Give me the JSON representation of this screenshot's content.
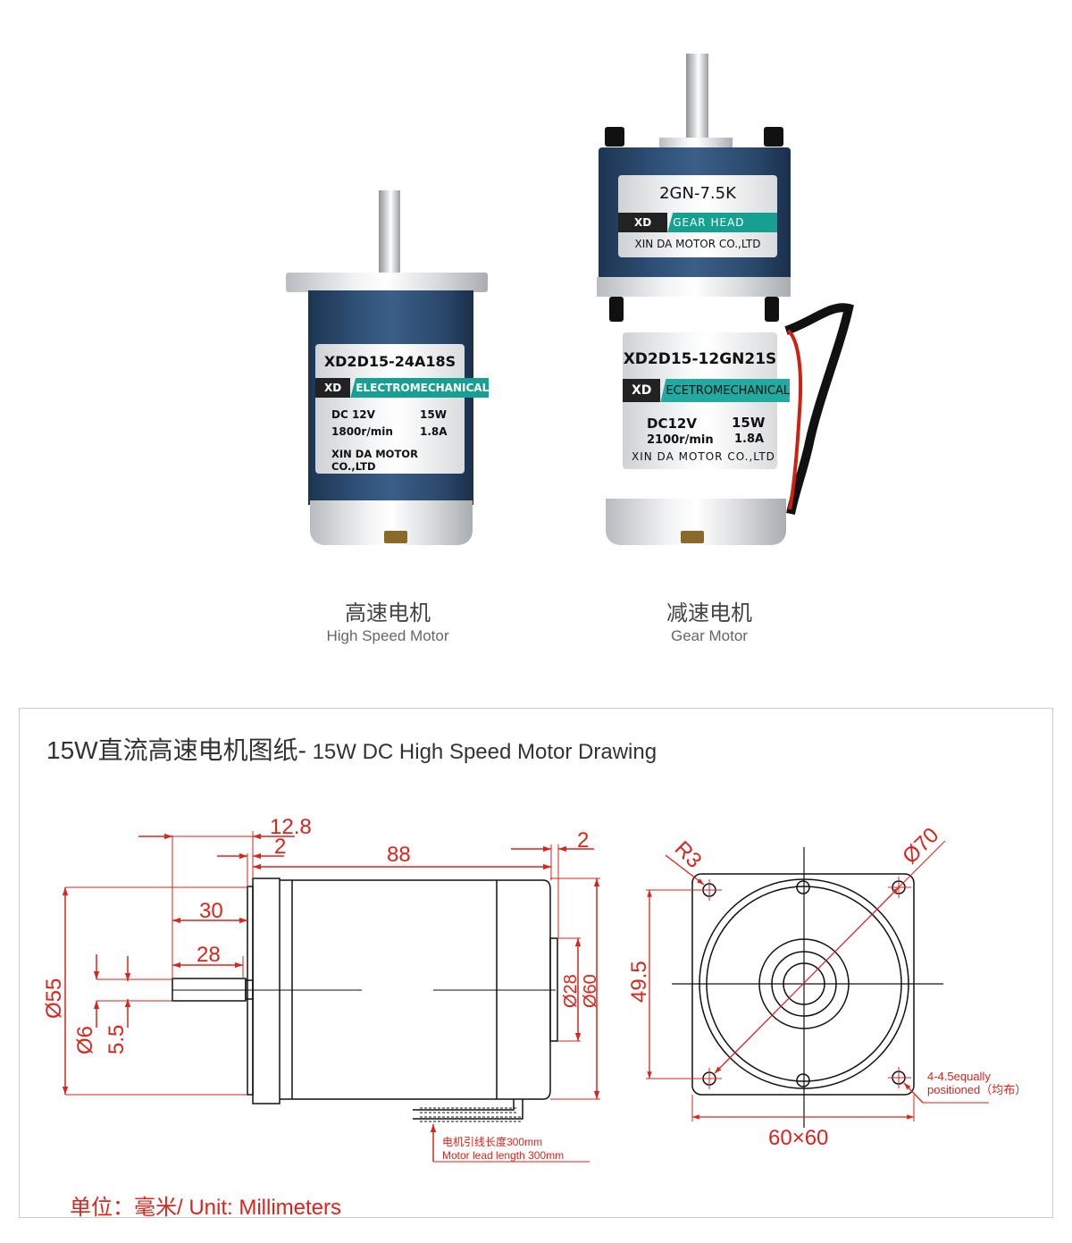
{
  "products": [
    {
      "name_cn": "高速电机",
      "name_en": "High Speed Motor",
      "label": {
        "model": "XD2D15-24A18S",
        "brand": "XD",
        "brand_band": "ELECTROMECHANICAL",
        "voltage": "DC 12V",
        "power": "15W",
        "speed": "1800r/min",
        "current": "1.8A",
        "company": "XIN DA MOTOR CO.,LTD"
      }
    },
    {
      "name_cn": "减速电机",
      "name_en": "Gear Motor",
      "gearhead_label": {
        "model": "2GN-7.5K",
        "brand": "XD",
        "brand_band": "GEAR HEAD",
        "company": "XIN DA MOTOR CO.,LTD"
      },
      "label": {
        "model": "XD2D15-12GN21S",
        "brand": "XD",
        "brand_band": "ECETROMECHANICAL",
        "voltage": "DC12V",
        "power": "15W",
        "speed": "2100r/min",
        "current": "1.8A",
        "company": "XIN DA MOTOR CO.,LTD"
      }
    }
  ],
  "drawing": {
    "title_cn": "15W直流高速电机图纸-",
    "title_en": " 15W DC High Speed Motor Drawing",
    "side_view": {
      "dim_12_8": "12.8",
      "dim_2_front": "2",
      "dim_88": "88",
      "dim_2_rear": "2",
      "dim_30": "30",
      "dim_28": "28",
      "dim_d55": "Ø55",
      "dim_d6": "Ø6",
      "dim_5_5": "5.5",
      "dim_d28": "Ø28",
      "dim_d60": "Ø60",
      "lead_cn": "电机引线长度300mm",
      "lead_en": "Motor lead length 300mm"
    },
    "front_view": {
      "dim_r3": "R3",
      "dim_d70": "Ø70",
      "dim_49_5": "49.5",
      "dim_60x60": "60×60",
      "holes_line1": "4-4.5equally",
      "holes_line2": "positioned（均布）"
    },
    "unit": "单位：毫米/ Unit: Millimeters",
    "colors": {
      "dimension": "#d9251d",
      "outline": "#111111"
    }
  }
}
